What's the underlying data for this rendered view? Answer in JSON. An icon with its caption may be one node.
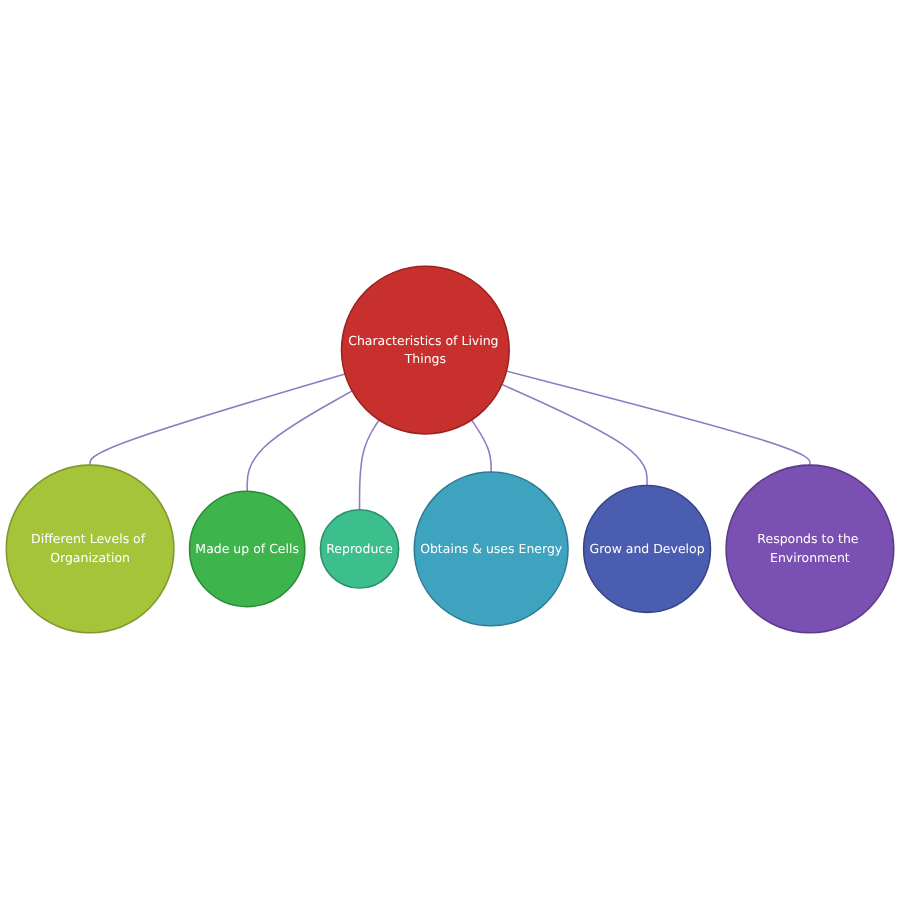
{
  "diagram": {
    "nodes": [
      {
        "text": [
          "Characteristics of Living Things"
        ]
      },
      {
        "text": [
          "Different Levels of Organization"
        ]
      },
      {
        "text": [
          "Made up of Cells"
        ]
      },
      {
        "text": [
          "Reproduce"
        ]
      },
      {
        "text": [
          "Obtains & uses Energy"
        ]
      },
      {
        "text": [
          "Grow and Develop"
        ]
      },
      {
        "text": [
          "Responds to the Environment"
        ]
      }
    ],
    "edges": [
      {
        "from": 0,
        "to": 1,
        "arrow": "none"
      },
      {
        "from": 0,
        "to": 2,
        "arrow": "none"
      },
      {
        "from": 0,
        "to": 3,
        "arrow": "none"
      },
      {
        "from": 0,
        "to": 4,
        "arrow": "none"
      },
      {
        "from": 0,
        "to": 5,
        "arrow": "none"
      },
      {
        "from": 0,
        "to": 6,
        "arrow": "none"
      }
    ]
  }
}
